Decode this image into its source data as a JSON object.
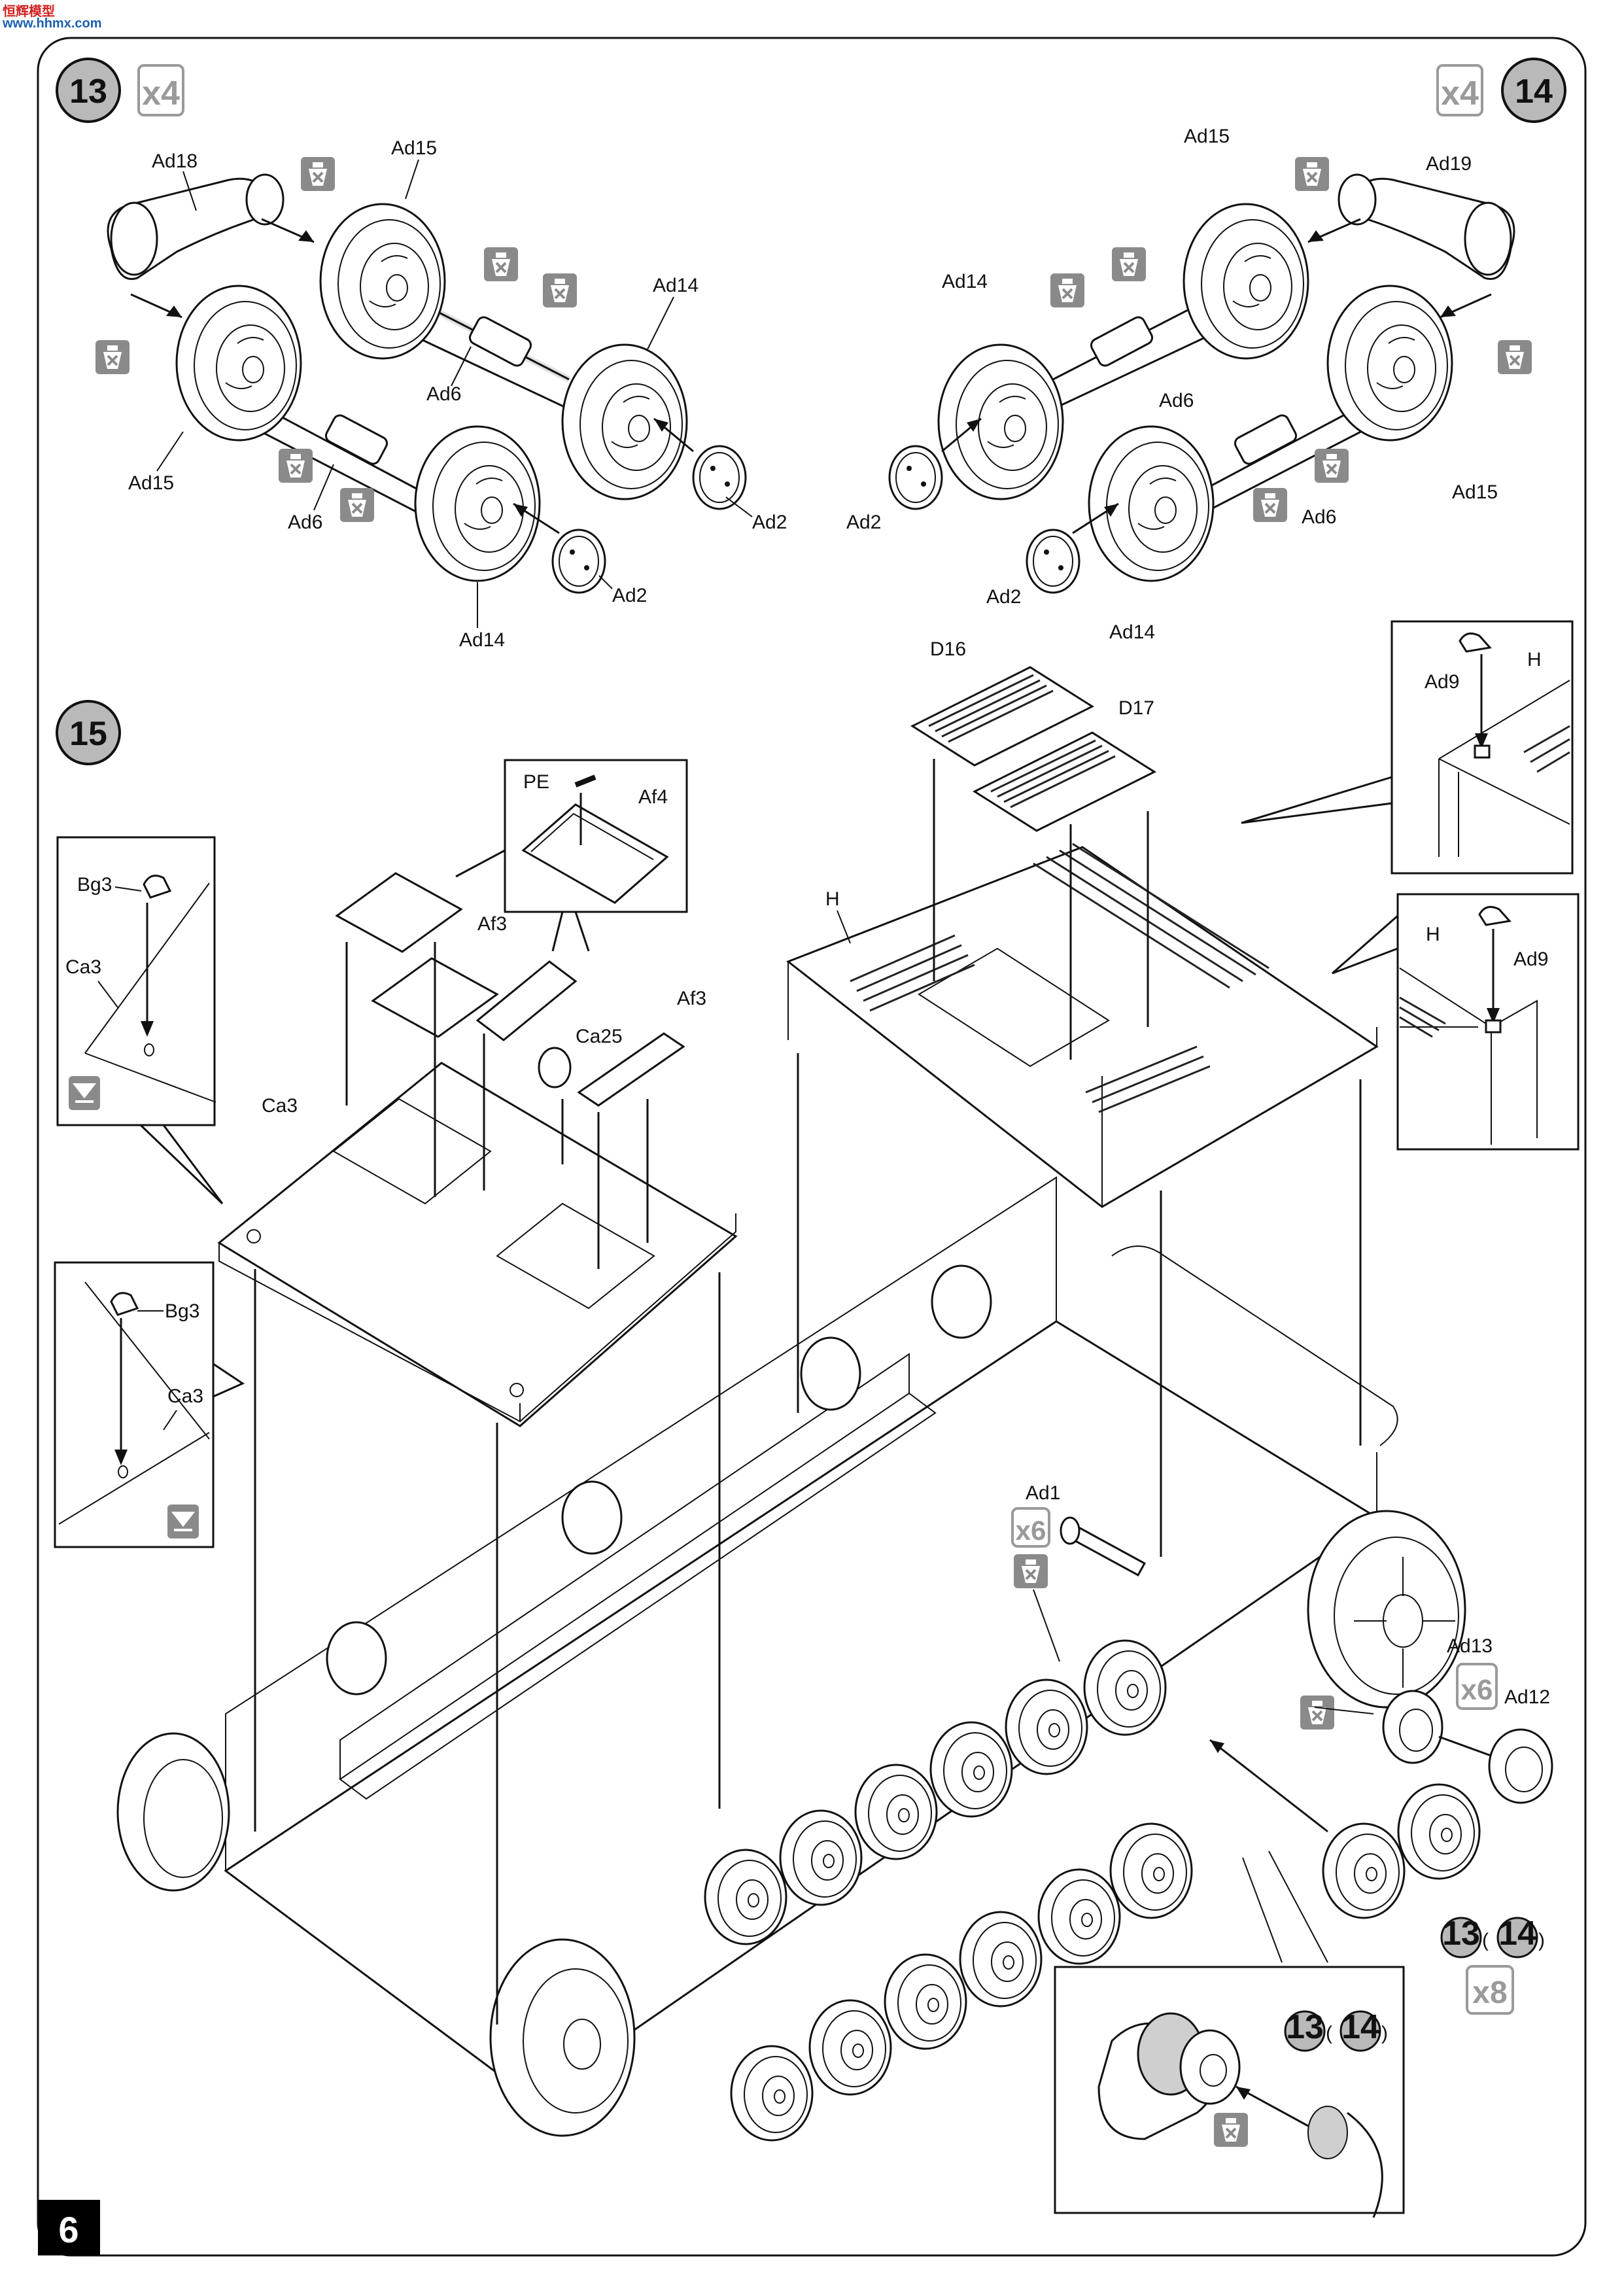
{
  "logo": {
    "text": "恒辉模型",
    "sub": "www.hhmx.com"
  },
  "page_number": "6",
  "steps": [
    {
      "number": "13",
      "multiplier": "x4"
    },
    {
      "number": "14",
      "multiplier": "x4"
    },
    {
      "number": "15"
    }
  ],
  "step13_labels": [
    "Ad18",
    "Ad15",
    "Ad14",
    "Ad6",
    "Ad15",
    "Ad6",
    "Ad2",
    "Ad2",
    "Ad14"
  ],
  "step14_labels": [
    "Ad15",
    "Ad19",
    "Ad14",
    "Ad6",
    "Ad15",
    "Ad6",
    "Ad2",
    "Ad2",
    "Ad14"
  ],
  "step15_labels": {
    "bg3_top": "Bg3",
    "ca3_top": "Ca3",
    "bg3_bottom": "Bg3",
    "ca3_bottom": "Ca3",
    "ca3_main": "Ca3",
    "pe": "PE",
    "af4": "Af4",
    "af3_a": "Af3",
    "af3_b": "Af3",
    "ca25": "Ca25",
    "d16": "D16",
    "d17": "D17",
    "h_main": "H",
    "ad9_top": "Ad9",
    "h_top": "H",
    "ad9_bottom": "Ad9",
    "h_bottom": "H",
    "ad1": "Ad1",
    "ad1_mult": "x6",
    "ad13": "Ad13",
    "ad12": "Ad12",
    "ad12_mult": "x6",
    "ref_13": "13",
    "ref_14": "14",
    "ref_mult": "x8",
    "inset_ref_13": "13",
    "inset_ref_14": "14"
  },
  "colors": {
    "glue_badge": "#8a8a8a",
    "step_circle": "#b9b9b9",
    "multiplier": "#9a9a9a",
    "page_tab": "#000000"
  }
}
